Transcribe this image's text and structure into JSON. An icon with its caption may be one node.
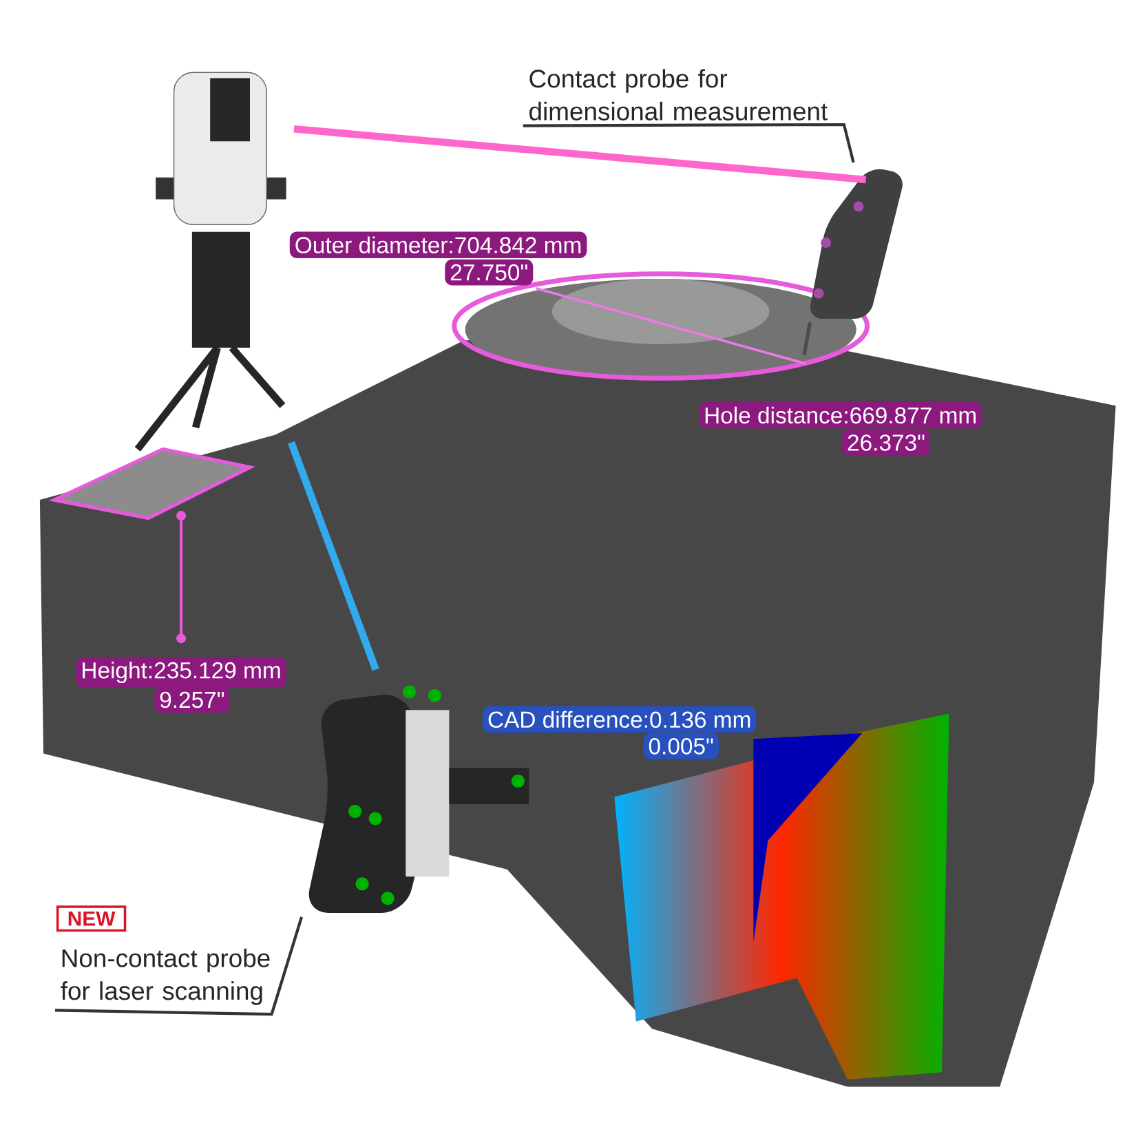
{
  "diagram": {
    "nodes": [
      {
        "text": [],
        "shape": "picture"
      },
      {
        "text": [
          "Contact probe for dimensional measurement"
        ]
      },
      {
        "text": [],
        "shape": "picture"
      },
      {
        "text": [],
        "shape": "picture"
      },
      {
        "text": [
          "NEW"
        ]
      },
      {
        "text": [
          "Non-contact probe for laser scanning"
        ]
      }
    ],
    "edges": [
      {
        "from": 1,
        "to": 2,
        "arrow": "none"
      },
      {
        "from": 0,
        "to": 2,
        "arrow": "none",
        "style": "thick",
        "color": "#ff66cc"
      },
      {
        "from": 0,
        "to": 3,
        "arrow": "none",
        "style": "thick",
        "color": "#33aaee"
      },
      {
        "from": 5,
        "to": 3,
        "arrow": "none"
      }
    ],
    "labels": [
      "Outer diameter:704.842 mm",
      "27.750\"",
      "Hole distance:669.877 mm",
      "26.373\"",
      "Height:235.129 mm",
      "9.257\"",
      "CAD difference:0.136 mm",
      "0.005\""
    ]
  }
}
